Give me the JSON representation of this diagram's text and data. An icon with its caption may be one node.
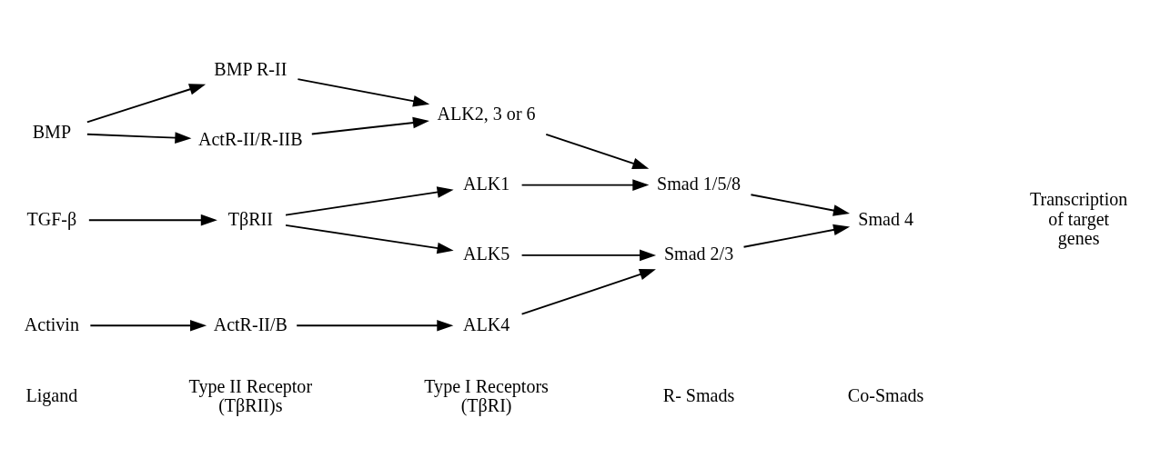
{
  "diagram": {
    "nodes": [
      {
        "text": [
          "BMP"
        ]
      },
      {
        "text": [
          "TGF-β"
        ]
      },
      {
        "text": [
          "Activin"
        ]
      },
      {
        "text": [
          "BMP R-II"
        ]
      },
      {
        "text": [
          "ActR-II/R-IIB"
        ]
      },
      {
        "text": [
          "TβRII"
        ]
      },
      {
        "text": [
          "ActR-II/B"
        ]
      },
      {
        "text": [
          "ALK2, 3 or 6"
        ]
      },
      {
        "text": [
          "ALK1"
        ]
      },
      {
        "text": [
          "ALK5"
        ]
      },
      {
        "text": [
          "ALK4"
        ]
      },
      {
        "text": [
          "Smad 1/5/8"
        ]
      },
      {
        "text": [
          "Smad 2/3"
        ]
      },
      {
        "text": [
          "Smad 4"
        ]
      }
    ],
    "edges": [
      {
        "from": 0,
        "to": 3,
        "arrow": "to"
      },
      {
        "from": 0,
        "to": 4,
        "arrow": "to"
      },
      {
        "from": 3,
        "to": 7,
        "arrow": "to"
      },
      {
        "from": 4,
        "to": 7,
        "arrow": "to"
      },
      {
        "from": 1,
        "to": 5,
        "arrow": "to"
      },
      {
        "from": 5,
        "to": 8,
        "arrow": "to"
      },
      {
        "from": 5,
        "to": 9,
        "arrow": "to"
      },
      {
        "from": 2,
        "to": 6,
        "arrow": "to"
      },
      {
        "from": 6,
        "to": 10,
        "arrow": "to"
      },
      {
        "from": 7,
        "to": 11,
        "arrow": "to"
      },
      {
        "from": 8,
        "to": 11,
        "arrow": "to"
      },
      {
        "from": 9,
        "to": 12,
        "arrow": "to"
      },
      {
        "from": 10,
        "to": 12,
        "arrow": "to"
      },
      {
        "from": 11,
        "to": 13,
        "arrow": "to"
      },
      {
        "from": 12,
        "to": 13,
        "arrow": "to"
      }
    ],
    "labels": [
      "Ligand",
      "Type II Receptor (TβRII)s",
      "Type I Receptors (TβRI)",
      "R- Smads",
      "Co-Smads",
      "Transcription of target genes"
    ]
  }
}
